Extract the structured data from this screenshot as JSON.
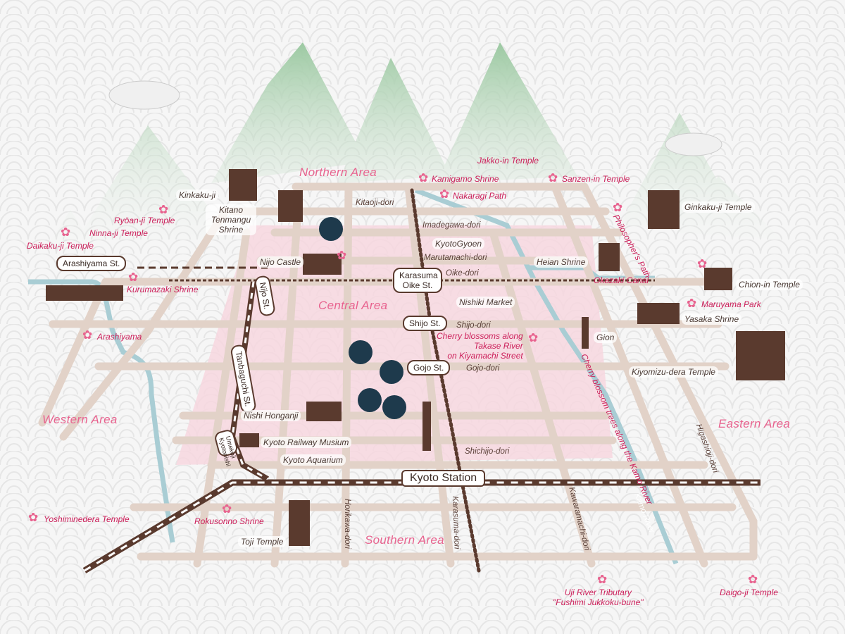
{
  "colors": {
    "road": "#e2d2c8",
    "pink_zone": "#f7d6df",
    "river": "#a9cdd4",
    "rail": "#5a3a2e",
    "mountain": "#a9d0ac",
    "area_text": "#e8638f",
    "pink_text": "#cc1f5a",
    "pin": "#1e3a4c"
  },
  "areas": {
    "northern": "Northern Area",
    "central": "Central Area",
    "western": "Western Area",
    "eastern": "Eastern Area",
    "southern": "Southern Area"
  },
  "stations": {
    "arashiyama": "Arashiyama St.",
    "karasuma_oike": "Karasuma Oike St.",
    "shijo": "Shijo St.",
    "gojo": "Gojo St.",
    "kyoto": "Kyoto Station",
    "nijo": "Nijo St.",
    "tanbaguchi": "Tanbaguchi St.",
    "umekoji": "Umekoji Kyotonishi"
  },
  "streets": {
    "kitaoji": "Kitaoji-dori",
    "imadegawa": "Imadegawa-dori",
    "marutamachi": "Marutamachi-dori",
    "oike": "Oike-dori",
    "shijo": "Shijo-dori",
    "gojo": "Gojo-dori",
    "shichijo": "Shichijo-dori",
    "horikawa": "Horikawa-dori",
    "karasuma": "Karasuma-dori",
    "kawaramachi": "Kawaramachi-dori",
    "higashioji": "Higashioji-dori",
    "kamo_river": "Kamo River"
  },
  "sights": {
    "kinkakuji": "Kinkaku-ji",
    "kitano": "Kitano Tenmangu Shrine",
    "nijo_castle": "Nijo Castle",
    "nishiki": "Nishiki Market",
    "heian": "Heian Shrine",
    "gion": "Gion",
    "ginkakuji": "Ginkaku-ji Temple",
    "chionin": "Chion-in Temple",
    "yasaka": "Yasaka Shrine",
    "kiyomizu": "Kiyomizu-dera Temple",
    "nishi_honganji": "Nishi Honganji",
    "railway_museum": "Kyoto Railway Musium",
    "aquarium": "Kyoto Aquarium",
    "toji": "Toji Temple",
    "gyoen": "KyotoGyoen"
  },
  "cherry_spots": {
    "jakkoin": "Jakko-in Temple",
    "kamigamo": "Kamigamo Shrine",
    "sanzenin": "Sanzen-in Temple",
    "nakaragi": "Nakaragi Path",
    "ryoanji": "Ryōan-ji Temple",
    "ninnaji": "Ninna-ji Temple",
    "daikakuji": "Daikaku-ji Temple",
    "kurumazaki": "Kurumazaki Shrine",
    "arashiyama": "Arashiyama",
    "philosopher": "Philosopher's Path",
    "okazaki": "Okazaki Canal",
    "maruyama": "Maruyama Park",
    "takase_1": "Cherry blossoms along",
    "takase_2": "Takase River",
    "takase_3": "on Kiyamachi Street",
    "kamo_trees": "Cherry blossom trees along the Kamo River",
    "yoshimine": "Yoshiminedera Temple",
    "rokusonno": "Rokusonno Shrine",
    "uji_1": "Uji River Tributary",
    "uji_2": "\"Fushimi Jukkoku-bune\"",
    "daigoji": "Daigo-ji Temple"
  }
}
